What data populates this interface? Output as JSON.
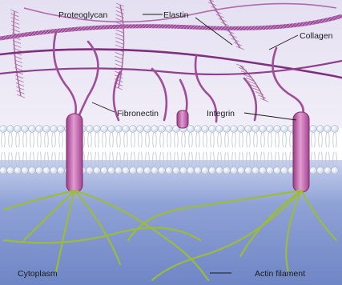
{
  "labels": {
    "proteoglycan": "Proteoglycan",
    "elastin": "Elastin",
    "collagen": "Collagen",
    "fibronectin": "Fibronectin",
    "integrin": "Integrin",
    "cytoplasm": "Cytoplasm",
    "actin_filament": "Actin filament"
  },
  "colors": {
    "matrix_background": "#e9e6f4",
    "cytoplasm": "#93a8d8",
    "fiber": "#8f3f8c",
    "integrin": "#c35dab",
    "lipid_head": "#f4f7fb",
    "actin": "#98b83a"
  }
}
